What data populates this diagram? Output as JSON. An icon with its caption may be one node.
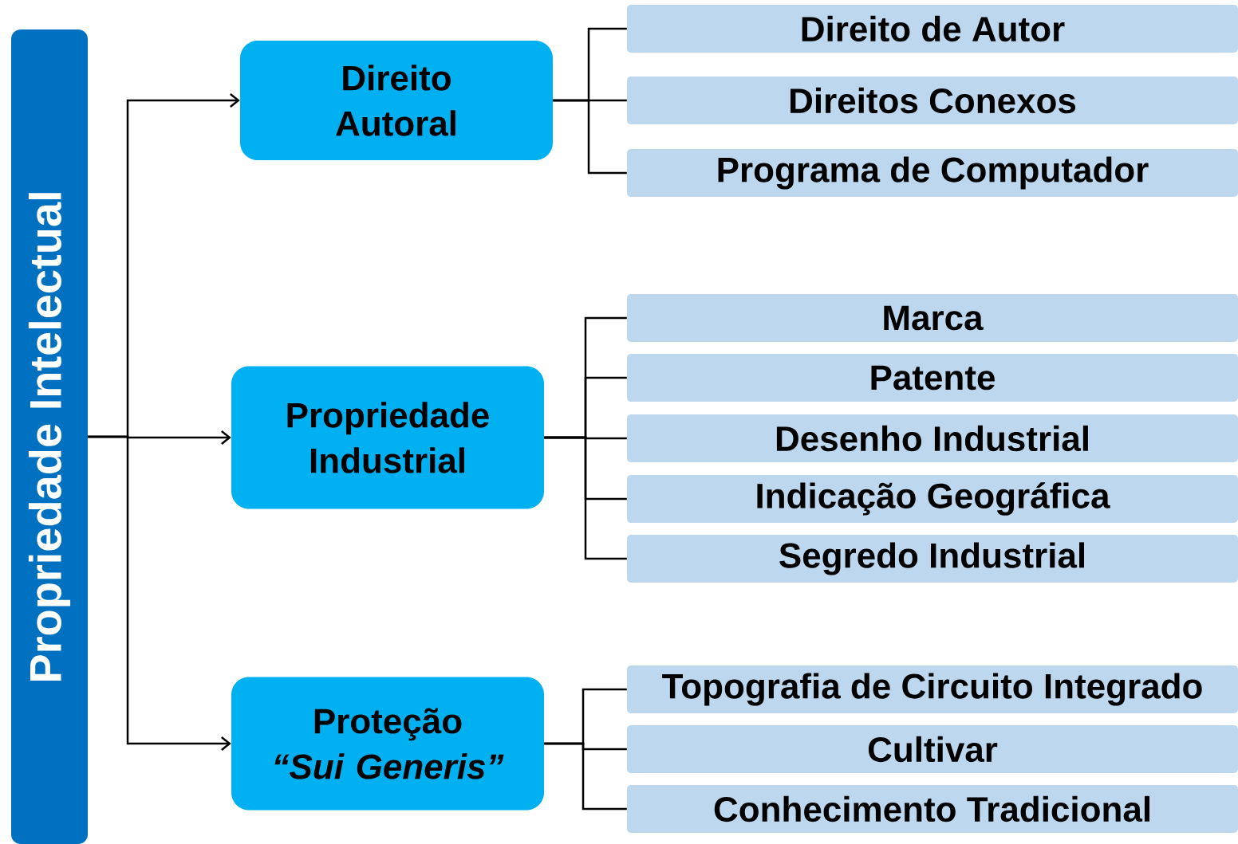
{
  "diagram": {
    "nodes": [
      {
        "text": [
          "Propriedade Intelectual"
        ]
      },
      {
        "text": [
          "Direito Autoral"
        ]
      },
      {
        "text": [
          "Propriedade Industrial"
        ]
      },
      {
        "text": [
          "Proteção *“Sui Generis”*"
        ]
      },
      {
        "text": [
          "Direito de Autor"
        ]
      },
      {
        "text": [
          "Direitos Conexos"
        ]
      },
      {
        "text": [
          "Programa de Computador"
        ]
      },
      {
        "text": [
          "Marca"
        ]
      },
      {
        "text": [
          "Patente"
        ]
      },
      {
        "text": [
          "Desenho Industrial"
        ]
      },
      {
        "text": [
          "Indicação Geográfica"
        ]
      },
      {
        "text": [
          "Segredo Industrial"
        ]
      },
      {
        "text": [
          "Topografia de Circuito Integrado"
        ]
      },
      {
        "text": [
          "Cultivar"
        ]
      },
      {
        "text": [
          "Conhecimento Tradicional"
        ]
      }
    ],
    "edges": [
      {
        "from": 0,
        "to": 1,
        "arrow": "to"
      },
      {
        "from": 0,
        "to": 2,
        "arrow": "to"
      },
      {
        "from": 0,
        "to": 3,
        "arrow": "to"
      },
      {
        "from": 1,
        "to": 4,
        "arrow": "none"
      },
      {
        "from": 1,
        "to": 5,
        "arrow": "none"
      },
      {
        "from": 1,
        "to": 6,
        "arrow": "none"
      },
      {
        "from": 2,
        "to": 7,
        "arrow": "none"
      },
      {
        "from": 2,
        "to": 8,
        "arrow": "none"
      },
      {
        "from": 2,
        "to": 9,
        "arrow": "none"
      },
      {
        "from": 2,
        "to": 10,
        "arrow": "none"
      },
      {
        "from": 2,
        "to": 11,
        "arrow": "none"
      },
      {
        "from": 3,
        "to": 12,
        "arrow": "none"
      },
      {
        "from": 3,
        "to": 13,
        "arrow": "none"
      },
      {
        "from": 3,
        "to": 14,
        "arrow": "none"
      }
    ]
  }
}
